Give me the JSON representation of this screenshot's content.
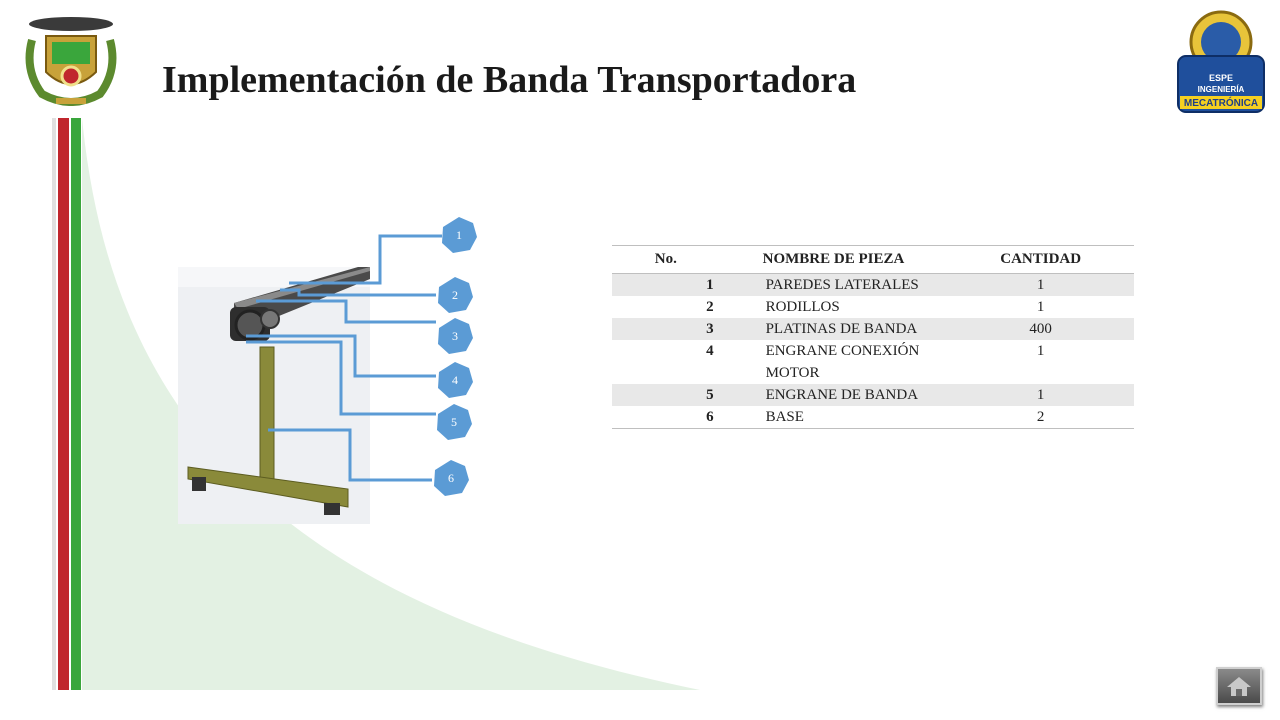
{
  "slide": {
    "title": "Implementación de Banda Transportadora"
  },
  "colors": {
    "stripe_red": "#c0262d",
    "stripe_green": "#3aa63c",
    "curve_fill": "#e3f1e3",
    "callout_blue": "#5b9bd5",
    "row_shade": "#e8e8e8"
  },
  "logos": {
    "left": "coat-of-arms-icon",
    "right": "espe-ingenieria-mecatronica-logo"
  },
  "logo_text": {
    "right_line1": "ESPE",
    "right_line2": "INGENIERÍA",
    "right_line3": "MECATRÓNICA"
  },
  "callouts": [
    "1",
    "2",
    "3",
    "4",
    "5",
    "6"
  ],
  "table": {
    "headers": [
      "No.",
      "NOMBRE DE PIEZA",
      "CANTIDAD"
    ],
    "rows": [
      {
        "no": "1",
        "name": "PAREDES LATERALES",
        "qty": "1"
      },
      {
        "no": "2",
        "name": "RODILLOS",
        "qty": "1"
      },
      {
        "no": "3",
        "name": "PLATINAS DE BANDA",
        "qty": "400"
      },
      {
        "no": "4",
        "name": "ENGRANE CONEXIÓN MOTOR",
        "qty": "1"
      },
      {
        "no": "5",
        "name": "ENGRANE DE BANDA",
        "qty": "1"
      },
      {
        "no": "6",
        "name": "BASE",
        "qty": "2"
      }
    ]
  },
  "nav": {
    "home_icon": "home-icon"
  }
}
